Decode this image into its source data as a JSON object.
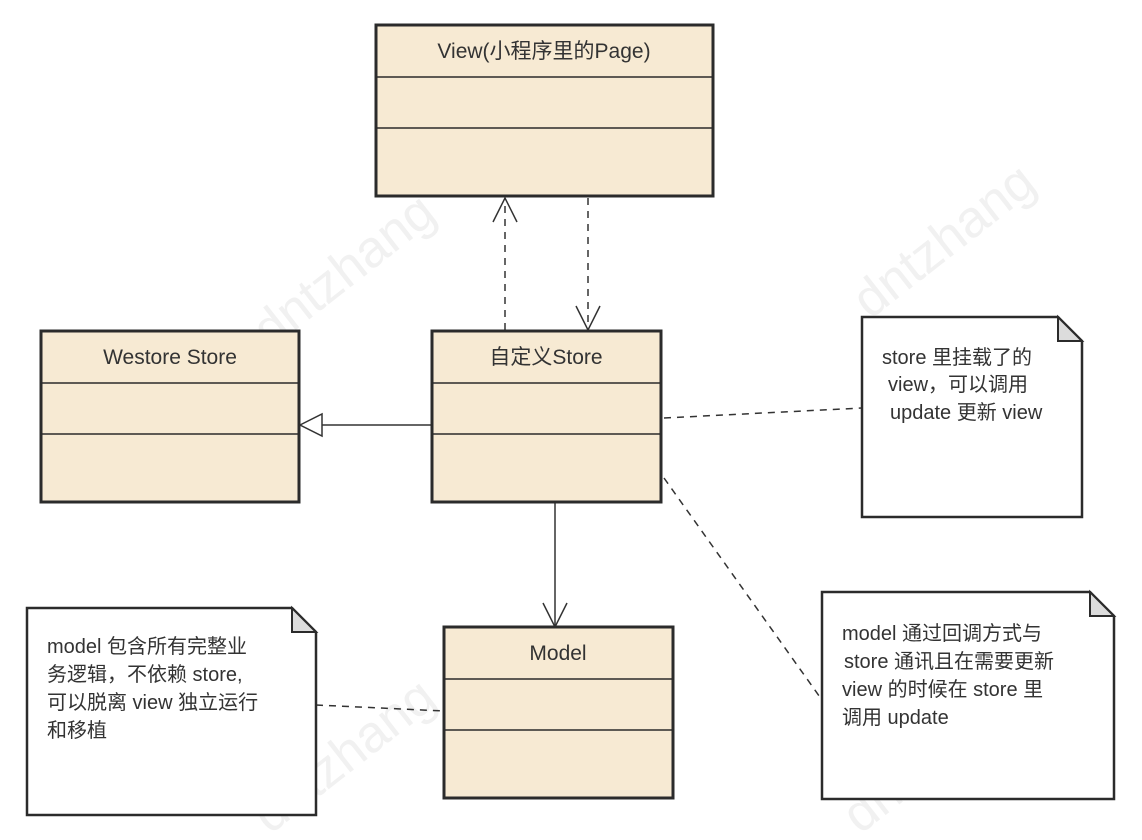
{
  "watermark": "dntzhang",
  "classes": {
    "view": {
      "title": "View(小程序里的Page)"
    },
    "westore": {
      "title": "Westore Store"
    },
    "custom_store": {
      "title": "自定义Store"
    },
    "model": {
      "title": "Model"
    }
  },
  "notes": {
    "store_note": {
      "lines": [
        "store 里挂载了的",
        "view，可以调用",
        "update 更新 view"
      ]
    },
    "model_note": {
      "lines": [
        "model 包含所有完整业",
        "务逻辑，不依赖 store,",
        "可以脱离 view 独立运行",
        "和移植"
      ]
    },
    "callback_note": {
      "lines": [
        "model 通过回调方式与",
        " store 通讯且在需要更新",
        "view 的时候在 store 里",
        "调用 update"
      ]
    }
  },
  "colors": {
    "class_fill": "#f7ead3",
    "stroke": "#2b2b2b"
  }
}
